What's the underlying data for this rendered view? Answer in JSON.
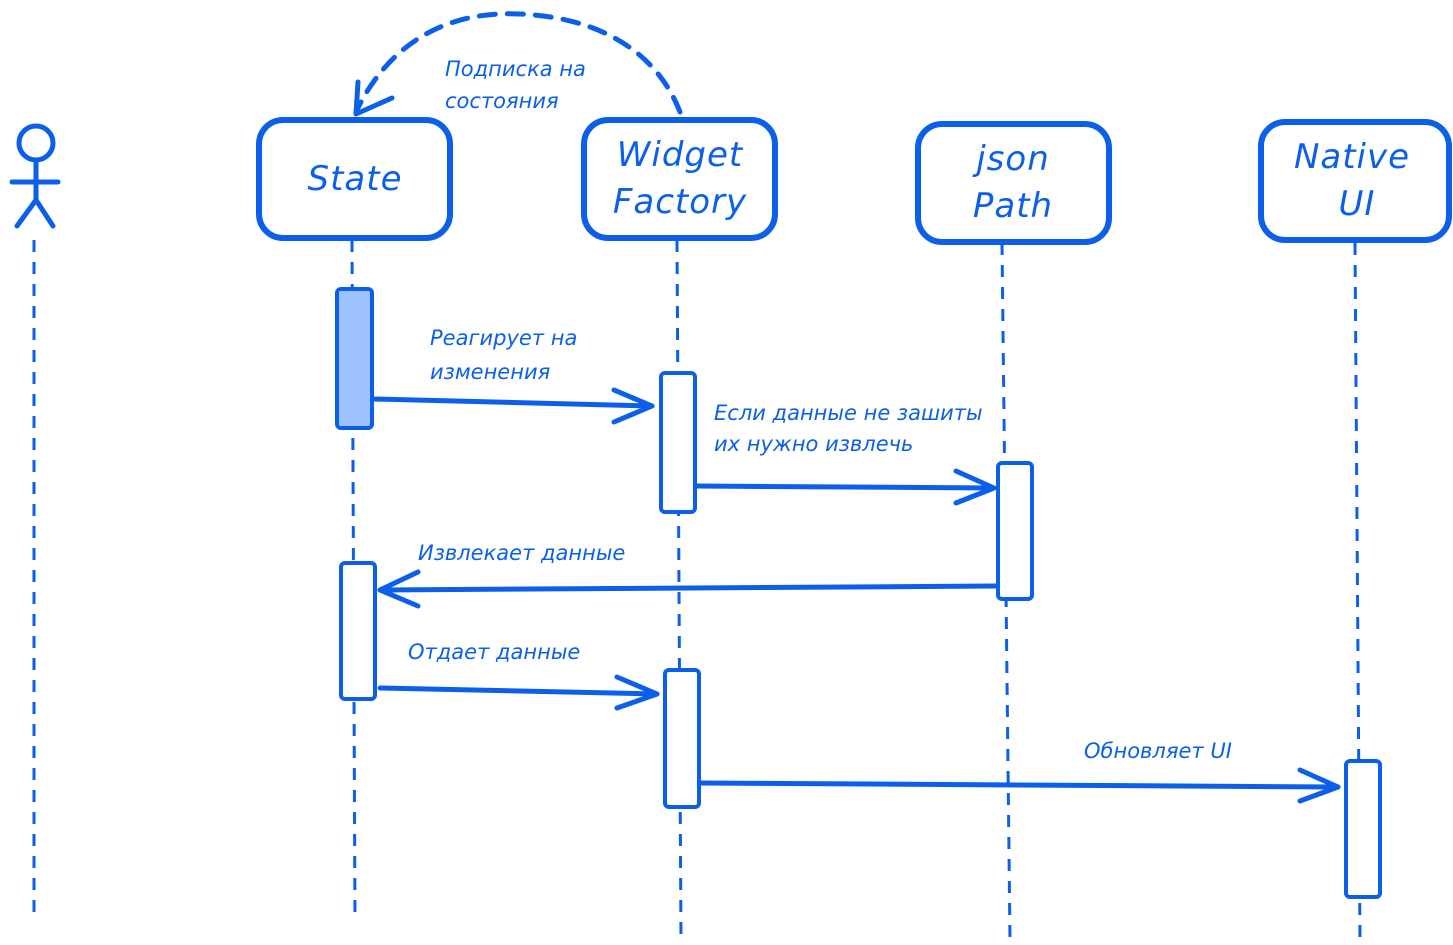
{
  "diagram": {
    "participants": {
      "state": "State",
      "widget_factory": [
        "Widget",
        "Factory"
      ],
      "json_path": [
        "json",
        "Path"
      ],
      "native_ui": [
        "Native",
        "UI"
      ]
    },
    "messages": {
      "subscribe": [
        "Подписка на",
        "состояния"
      ],
      "reacts": [
        "Реагирует на",
        "изменения"
      ],
      "extract_if_not_sewn": [
        "Если данные не зашиты",
        "их нужно извлечь"
      ],
      "extracts_data": "Извлекает данные",
      "gives_data": "Отдает данные",
      "updates_ui": "Обновляет UI"
    },
    "colors": {
      "stroke": "#0b5fe8",
      "activation_fill": "#9ec2ff",
      "background": "#ffffff"
    }
  }
}
